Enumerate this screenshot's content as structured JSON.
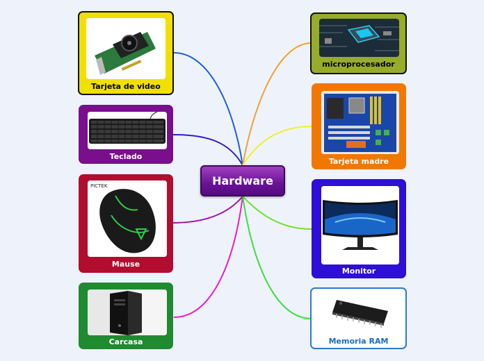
{
  "center": {
    "label": "Hardware",
    "color": "#6a1296"
  },
  "left_nodes": [
    {
      "label": "Tarjeta de video",
      "bg": "#f0e000",
      "border": "#111111",
      "text": "#000000",
      "line": "#1e5fe0",
      "icon": "graphics-card-icon"
    },
    {
      "label": "Teclado",
      "bg": "#7a0f8c",
      "border": "#7a0f8c",
      "text": "#ffffff",
      "line": "#2a20c8",
      "icon": "keyboard-icon"
    },
    {
      "label": "Mause",
      "bg": "#b10e2f",
      "border": "#b10e2f",
      "text": "#ffffff",
      "line": "#a010b0",
      "icon": "mouse-icon",
      "brand": "PICTEK"
    },
    {
      "label": "Carcasa",
      "bg": "#1f8a30",
      "border": "#1f8a30",
      "text": "#ffffff",
      "line": "#f018c8",
      "icon": "pc-case-icon"
    }
  ],
  "right_nodes": [
    {
      "label": "microprocesador",
      "bg": "#96ac2a",
      "border": "#111111",
      "text": "#000000",
      "line": "#f0a030",
      "icon": "cpu-icon"
    },
    {
      "label": "Tarjeta madre",
      "bg": "#f07800",
      "border": "#f07800",
      "text": "#ffffff",
      "line": "#f0f028",
      "icon": "motherboard-icon"
    },
    {
      "label": "Monitor",
      "bg": "#2d0fd6",
      "border": "#2d0fd6",
      "text": "#ffffff",
      "line": "#70e030",
      "icon": "monitor-icon"
    },
    {
      "label": "Memoria RAM",
      "bg": "#ffffff",
      "border": "#2a78d0",
      "text": "#1a6cc8",
      "line": "#38e038",
      "icon": "ram-chip-icon"
    }
  ]
}
